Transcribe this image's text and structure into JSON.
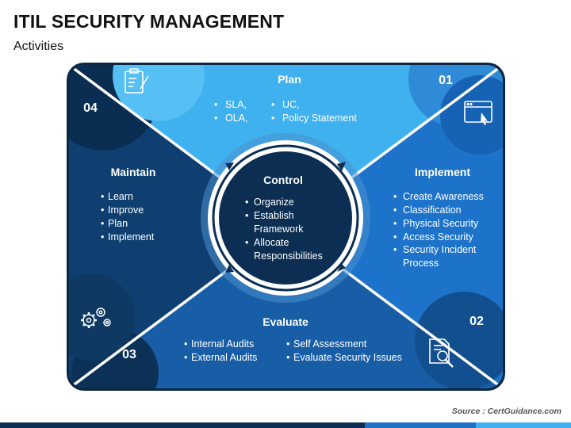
{
  "header": {
    "title": "ITIL SECURITY MANAGEMENT",
    "subtitle": "Activities"
  },
  "plan": {
    "heading": "Plan",
    "number": "01",
    "items_left": [
      "SLA,",
      "OLA,"
    ],
    "items_right": [
      "UC,",
      "Policy Statement"
    ]
  },
  "implement": {
    "heading": "Implement",
    "number": "02",
    "items": [
      "Create Awareness",
      "Classification",
      "Physical Security",
      "Access Security",
      "Security Incident",
      "Process"
    ]
  },
  "evaluate": {
    "heading": "Evaluate",
    "number": "03",
    "items_left": [
      "Internal Audits",
      "External Audits"
    ],
    "items_right": [
      "Self Assessment",
      "Evaluate Security Issues"
    ]
  },
  "maintain": {
    "heading": "Maintain",
    "number": "04",
    "items": [
      "Learn",
      "Improve",
      "Plan",
      "Implement"
    ]
  },
  "control": {
    "heading": "Control",
    "items": [
      "Organize",
      "Establish",
      "Framework",
      "Allocate",
      "Responsibilities"
    ]
  },
  "icons": {
    "plan": "clipboard-icon",
    "implement": "browser-window-icon",
    "evaluate": "document-search-icon",
    "maintain": "gears-icon"
  },
  "colors": {
    "plan": "#3fb1ee",
    "implement": "#1d73c9",
    "evaluate": "#185ea6",
    "maintain": "#0f3f70",
    "control": "#0b2e52"
  },
  "footer": {
    "source": "Source : CertGuidance.com"
  }
}
